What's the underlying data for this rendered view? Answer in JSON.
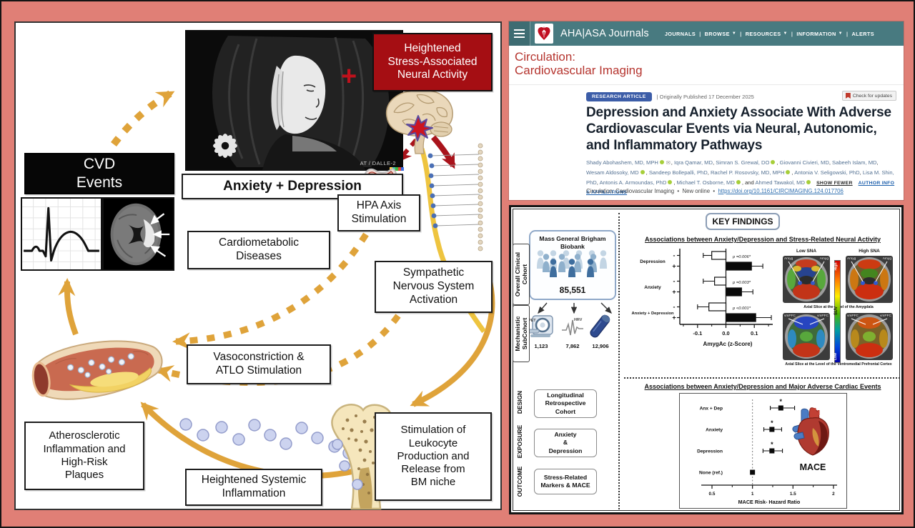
{
  "colors": {
    "background": "#e07f76",
    "gold_arrow": "#dfa33a",
    "red_arrow": "#a9131b",
    "teal_header": "#487a80",
    "journal_red": "#b5342e",
    "badge_blue": "#3c5da8",
    "orcid_green": "#a6ce39",
    "sna_box_red": "#a50e13"
  },
  "diagram": {
    "cvd_events_label": "CVD\nEvents",
    "anxiety_depression_label": "Anxiety + Depression",
    "watermark": "AT / DALLE-2",
    "heightened_sna_label": "Heightened\nStress-Associated\nNeural Activity",
    "plus_sign": "+",
    "hpa_label": "HPA Axis\nStimulation",
    "cardiometabolic_label": "Cardiometabolic\nDiseases",
    "sns_label": "Sympathetic\nNervous System\nActivation",
    "vaso_label": "Vasoconstriction &\nATLO Stimulation",
    "athero_label": "Atherosclerotic\nInflammation and\nHigh-Risk\nPlaques",
    "systemic_label": "Heightened Systemic\nInflammation",
    "leukocyte_label": "Stimulation of\nLeukocyte\nProduction and\nRelease from\nBM niche"
  },
  "journal": {
    "brand": "AHA|ASA Journals",
    "nav": [
      {
        "label": "JOURNALS",
        "dropdown": false
      },
      {
        "label": "BROWSE",
        "dropdown": true
      },
      {
        "label": "RESOURCES",
        "dropdown": true
      },
      {
        "label": "INFORMATION",
        "dropdown": true
      },
      {
        "label": "ALERTS",
        "dropdown": false
      }
    ],
    "journal_name": "Circulation:\nCardiovascular Imaging",
    "badge": "RESEARCH ARTICLE",
    "published": "|  Originally Published 17 December 2025",
    "check_updates": "Check for updates",
    "title": "Depression and Anxiety Associate With Adverse Cardiovascular Events via Neural, Autonomic, and Inflammatory Pathways",
    "authors": [
      {
        "name": "Shady Abohashem, MD, MPH",
        "orcid": true,
        "email": true
      },
      {
        "name": "Iqra Qamar, MD",
        "orcid": false,
        "email": false
      },
      {
        "name": "Simran S. Grewal, DO",
        "orcid": true,
        "email": false
      },
      {
        "name": "Giovanni Civieri, MD",
        "orcid": false,
        "email": false
      },
      {
        "name": "Sabeeh Islam, MD",
        "orcid": false,
        "email": false
      },
      {
        "name": "Wesam Aldosoky, MD",
        "orcid": true,
        "email": false
      },
      {
        "name": "Sandeep Bollepalli, PhD",
        "orcid": false,
        "email": false
      },
      {
        "name": "Rachel P. Rosovsky, MD, MPH",
        "orcid": true,
        "email": false
      },
      {
        "name": "Antonia V. Seligowski, PhD",
        "orcid": false,
        "email": false
      },
      {
        "name": "Lisa M. Shin, PhD",
        "orcid": false,
        "email": false
      },
      {
        "name": "Antonis A. Armoundas, PhD",
        "orcid": true,
        "email": false
      },
      {
        "name": "Michael T. Osborne, MD",
        "orcid": true,
        "email": false
      },
      {
        "name": "Ahmed Tawakol, MD",
        "orcid": true,
        "email": false
      }
    ],
    "show_fewer": "SHOW FEWER",
    "author_info": "AUTHOR INFO & AFFILIATIONS",
    "citation_journal": "Circulation: Cardiovascular Imaging",
    "citation_status": "New online",
    "doi": "https://doi.org/10.1161/CIRCIMAGING.124.017706"
  },
  "findings": {
    "title": "KEY FINDINGS",
    "cohort_label": "Overall Clinical\nCohort",
    "subcohort_label": "Mechanistic\nSubCohort",
    "biobank_title": "Mass General Brigham\nBiobank",
    "biobank_n": "85,551",
    "modalities": [
      {
        "label": "PET",
        "n": "1,123"
      },
      {
        "label": "HRV",
        "n": "7,862"
      },
      {
        "label": "",
        "n": "12,906"
      }
    ],
    "design_label": "DESIGN",
    "exposure_label": "EXPOSURE",
    "outcome_label": "OUTCOME",
    "design_box": "Longitudinal\nRetrospective\nCohort",
    "exposure_box": "Anxiety\n&\nDepression",
    "outcome_box": "Stress-Related\nMarkers & MACE",
    "brain_labels": {
      "low": "Low SNA",
      "high": "High SNA",
      "amyg": "Amyg",
      "vmpfc": "vmPFC",
      "caption1": "Axial Slice at the Level of the Amygdala",
      "caption2": "Axial Slice at the Level of the Ventromedial Prefrontal Cortex",
      "bar_high": "High",
      "bar_mid": "SUV",
      "bar_low": "Low"
    },
    "mace_label": "MACE"
  },
  "chart_data": [
    {
      "id": "amygac",
      "type": "bar",
      "orientation": "horizontal",
      "title": "Associations between Anxiety/Depression and Stress-Related Neural Activity",
      "xlabel": "AmygAc (z-Score)",
      "xticks": [
        -0.1,
        0.0,
        0.1
      ],
      "xtick_labels": [
        "-0.1",
        "0.0",
        "0.1"
      ],
      "xlim": [
        -0.17,
        0.17
      ],
      "groups": [
        {
          "label": "Depression",
          "p": "p =0.006*",
          "bars": [
            {
              "sign": "-",
              "value": -0.05,
              "err": 0.03,
              "fill": "#ffffff"
            },
            {
              "sign": "+",
              "value": 0.09,
              "err": 0.04,
              "fill": "#0a0a0a"
            }
          ]
        },
        {
          "label": "Anxiety",
          "p": "p =0.003*",
          "bars": [
            {
              "sign": "-",
              "value": -0.04,
              "err": 0.04,
              "fill": "#ffffff"
            },
            {
              "sign": "+",
              "value": 0.055,
              "err": 0.04,
              "fill": "#0a0a0a"
            }
          ]
        },
        {
          "label": "Anxiety + Depression",
          "p": "p <0.001*",
          "bars": [
            {
              "sign": "-",
              "value": -0.06,
              "err": 0.04,
              "fill": "#ffffff"
            },
            {
              "sign": "+",
              "value": 0.105,
              "err": 0.055,
              "fill": "#0a0a0a"
            }
          ]
        }
      ]
    },
    {
      "id": "mace",
      "type": "forest",
      "title": "Associations between Anxiety/Depression and Major Adverse Cardiac Events",
      "xlabel": "MACE Risk- Hazard Ratio",
      "xticks": [
        0.5,
        1,
        1.5,
        2
      ],
      "xtick_labels": [
        "0.5",
        "1",
        "1.5",
        "2"
      ],
      "xlim": [
        0.35,
        2.1
      ],
      "ref_line": 1,
      "rows": [
        {
          "label": "Anx + Dep",
          "hr": 1.35,
          "lo": 1.22,
          "hi": 1.52,
          "sig": true
        },
        {
          "label": "Anxiety",
          "hr": 1.24,
          "lo": 1.14,
          "hi": 1.36,
          "sig": true
        },
        {
          "label": "Depression",
          "hr": 1.24,
          "lo": 1.13,
          "hi": 1.37,
          "sig": true
        },
        {
          "label": "None (ref.)",
          "hr": 1.0,
          "lo": 1.0,
          "hi": 1.0,
          "sig": false
        }
      ]
    }
  ]
}
